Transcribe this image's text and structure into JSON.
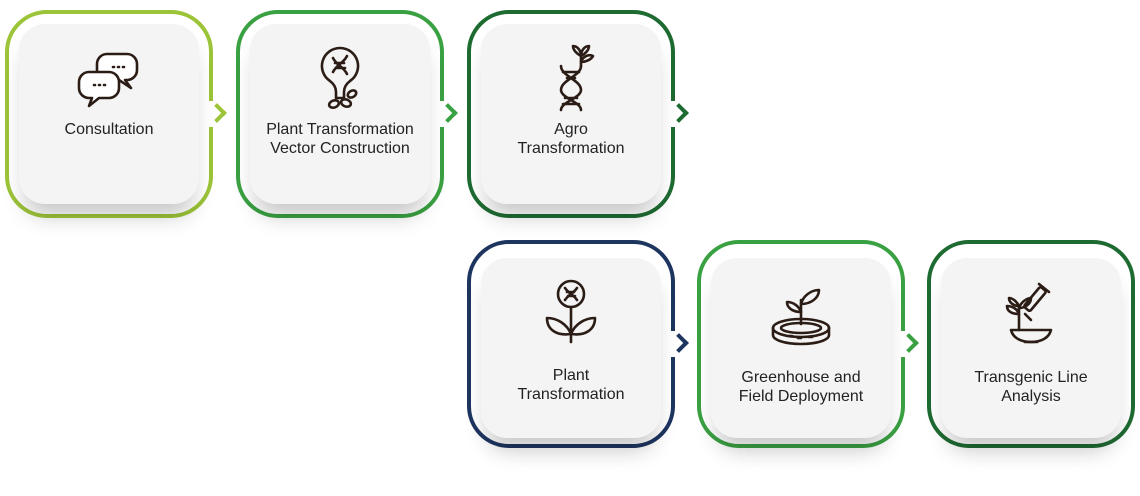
{
  "steps": [
    {
      "label": "Consultation",
      "icon": "chat-bubbles-icon",
      "color": "#9cc438"
    },
    {
      "label": "Plant Transformation\nVector Construction",
      "icon": "dna-seed-icon",
      "color": "#3aa142"
    },
    {
      "label": "Agro\nTransformation",
      "icon": "dna-leaf-icon",
      "color": "#1e6b32"
    },
    {
      "label": "Plant\nTransformation",
      "icon": "dna-plant-icon",
      "color": "#1e3560"
    },
    {
      "label": "Greenhouse and\nField Deployment",
      "icon": "petri-sprout-icon",
      "color": "#3aa142"
    },
    {
      "label": "Transgenic Line\nAnalysis",
      "icon": "microscope-plant-icon",
      "color": "#1e6b32"
    }
  ]
}
